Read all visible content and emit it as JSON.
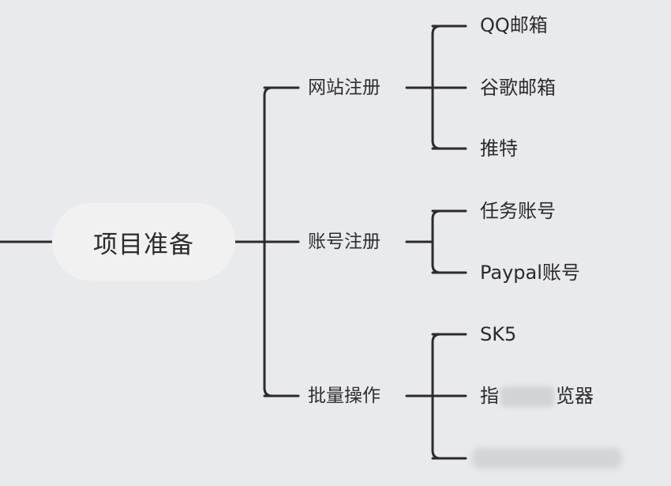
{
  "root": {
    "label": "项目准备"
  },
  "branches": [
    {
      "label": "网站注册",
      "children": [
        "QQ邮箱",
        "谷歌邮箱",
        "推特"
      ]
    },
    {
      "label": "账号注册",
      "children": [
        "任务账号",
        "Paypal账号"
      ]
    },
    {
      "label": "批量操作",
      "children": [
        "SK5",
        "指",
        "览器",
        ""
      ]
    }
  ],
  "colors": {
    "line": "#2b2b2b",
    "background": "#e9eaed",
    "root_fill": "#f1f1f2"
  }
}
